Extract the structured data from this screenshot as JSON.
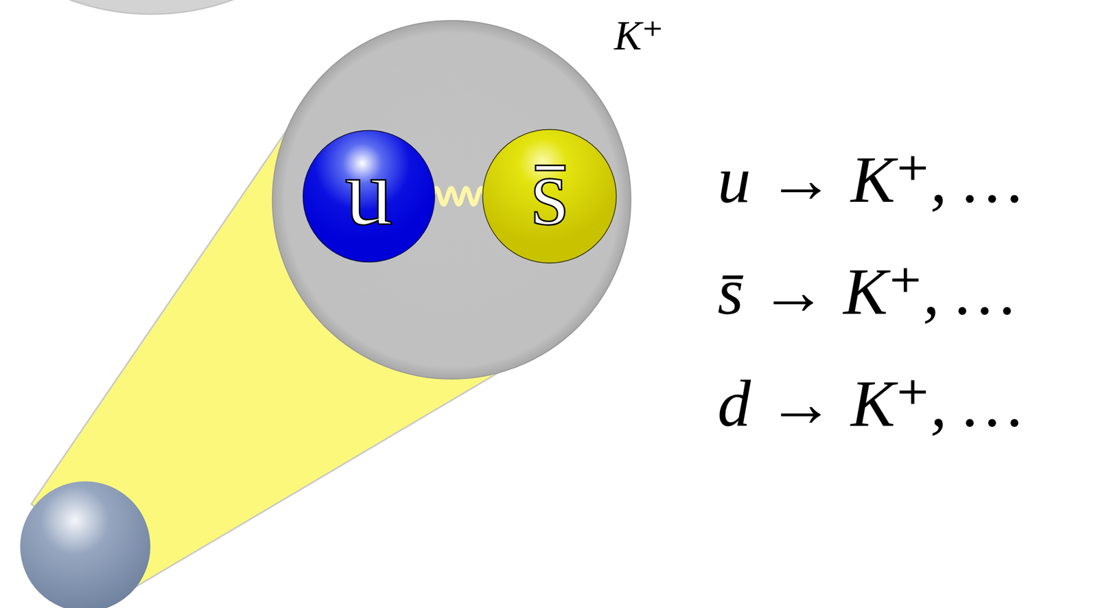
{
  "diagram": {
    "nodes": [
      {
        "text": [
          "K⁺"
        ]
      },
      {
        "text": [
          "u"
        ],
        "in": 0
      },
      {
        "text": [
          "s̄"
        ],
        "in": 0
      }
    ],
    "edges": [
      {
        "from": 1,
        "to": 2,
        "arrow": "none"
      }
    ],
    "labels": [
      "u → K⁺, …",
      "s̄ → K⁺, …",
      "d → K⁺, …"
    ]
  }
}
